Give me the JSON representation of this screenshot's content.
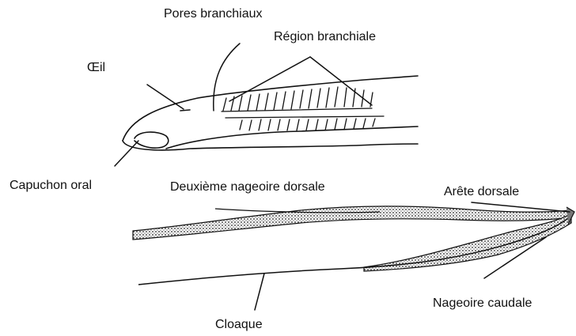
{
  "labels": {
    "pores_branchiaux": "Pores branchiaux",
    "region_branchiale": "Région branchiale",
    "oeil": "Œil",
    "capuchon_oral": "Capuchon oral",
    "deuxieme_nageoire_dorsale": "Deuxième nageoire dorsale",
    "arete_dorsale": "Arête dorsale",
    "nageoire_caudale": "Nageoire caudale",
    "cloaque": "Cloaque"
  },
  "colors": {
    "ink": "#111111",
    "fin_fill": "#9a9a9a",
    "background": "#ffffff"
  }
}
